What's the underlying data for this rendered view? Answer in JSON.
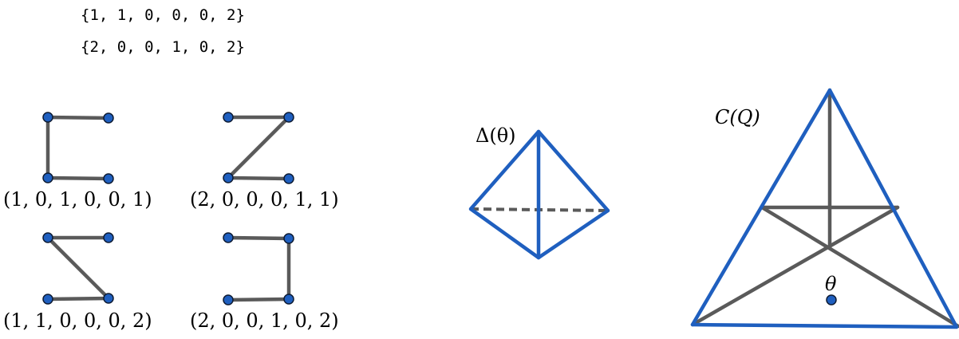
{
  "code_lines": [
    "{1, 1, 0, 0, 0, 2}",
    "{2, 0, 0, 1, 0, 2}"
  ],
  "paths": [
    {
      "label": "(1, 0, 1, 0, 0, 1)"
    },
    {
      "label": "(2, 0, 0, 0, 1, 1)"
    },
    {
      "label": "(1, 1, 0, 0, 0, 2)"
    },
    {
      "label": "(2, 0, 0, 1, 0, 2)"
    }
  ],
  "tetra": {
    "label": "Δ(θ)"
  },
  "triangle": {
    "label": "C(Q)",
    "point_label": "θ"
  },
  "colors": {
    "blue": "#1f5fbf",
    "gray": "#5a5a5a"
  }
}
